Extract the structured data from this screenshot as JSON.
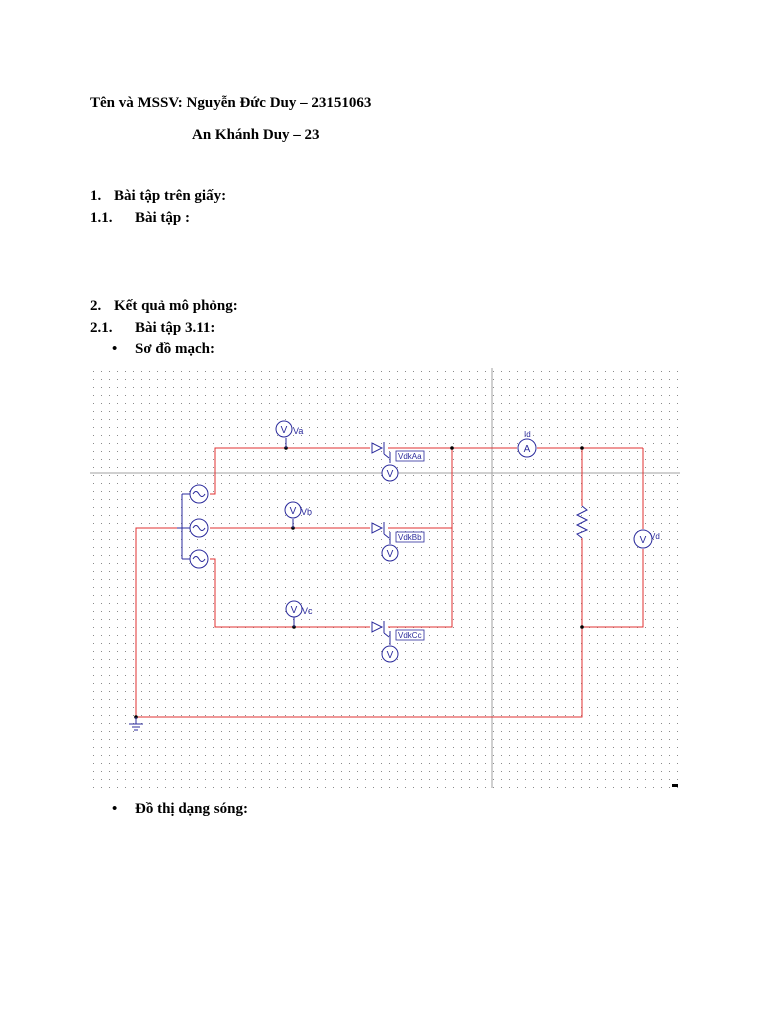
{
  "header": {
    "line1": "Tên và MSSV: Nguyễn Đức Duy – 23151063",
    "line2": "An Khánh Duy – 23"
  },
  "sections": [
    {
      "num": "1.",
      "title": "Bài tập trên giấy:"
    },
    {
      "num": "1.1.",
      "title": "Bài tập :"
    },
    {
      "num": "2.",
      "title": "Kết quả mô phỏng:"
    },
    {
      "num": "2.1.",
      "title": "Bài tập 3.11:"
    }
  ],
  "bullets": [
    {
      "symbol": "•",
      "text": "Sơ đồ mạch:"
    },
    {
      "symbol": "•",
      "text": "Đồ thị dạng sóng:"
    }
  ],
  "circuit": {
    "wire_color": "#e03030",
    "component_color": "#2b2b9c",
    "labels": {
      "va": "Va",
      "vb": "Vb",
      "vc": "Vc",
      "vdka": "VdkAa",
      "vdkb": "VdkBb",
      "vdkc": "VdkCc",
      "id": "Id",
      "vd": "Vd",
      "volt": "V",
      "amp": "A"
    }
  }
}
